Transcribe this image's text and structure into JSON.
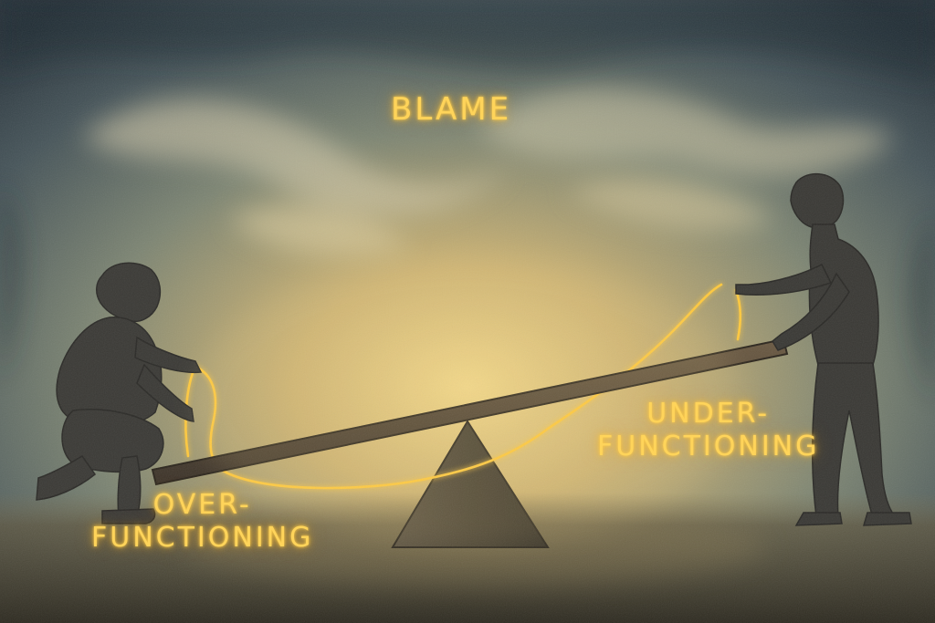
{
  "image": {
    "words": {
      "top": "BLAME",
      "left": [
        "OVER-",
        "FUNCTIONING"
      ],
      "right": [
        "UNDER-",
        "FUNCTIONING"
      ]
    },
    "colors": {
      "glow": "#ffd45a",
      "sky_light": "#e9c97a",
      "sky_dark": "#27323a",
      "ground": "#3a3526",
      "silhouette": "#3b3a36"
    }
  }
}
